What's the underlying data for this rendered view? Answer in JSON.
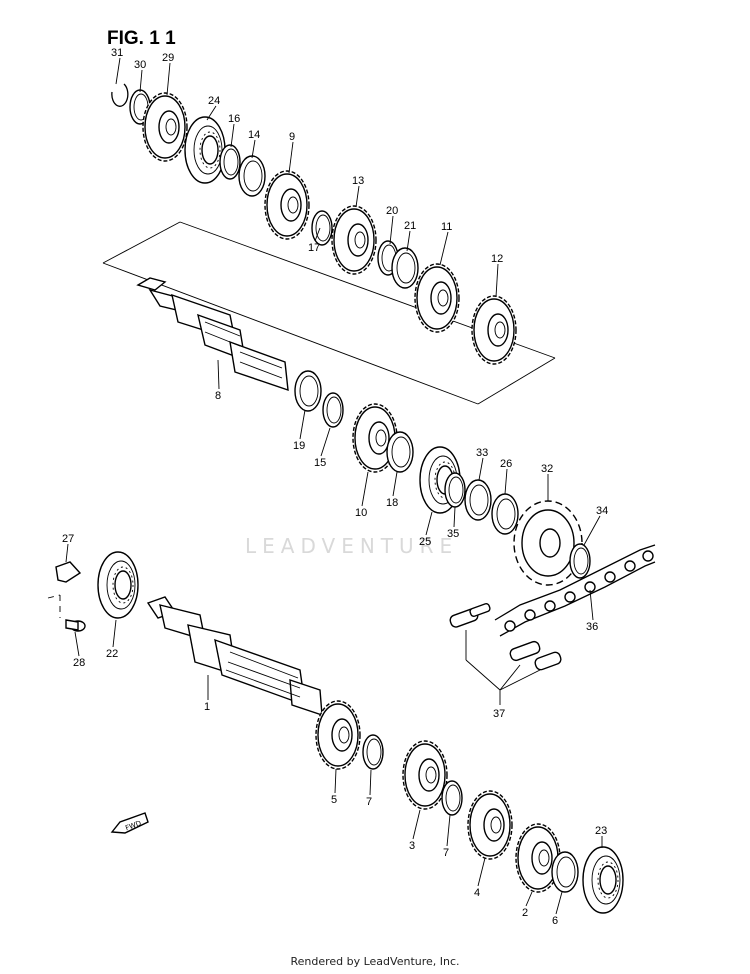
{
  "figure": {
    "title": "FIG. 1 1"
  },
  "watermark": {
    "text": "LEADVENTURE"
  },
  "footer": {
    "text": "Rendered by LeadVenture, Inc."
  },
  "fwd_badge": {
    "text": "FWD"
  },
  "parts": [
    {
      "id": "31",
      "label": "31"
    },
    {
      "id": "30",
      "label": "30"
    },
    {
      "id": "29",
      "label": "29"
    },
    {
      "id": "24",
      "label": "24"
    },
    {
      "id": "16",
      "label": "16"
    },
    {
      "id": "14",
      "label": "14"
    },
    {
      "id": "9",
      "label": "9"
    },
    {
      "id": "13",
      "label": "13"
    },
    {
      "id": "20",
      "label": "20"
    },
    {
      "id": "21",
      "label": "21"
    },
    {
      "id": "17",
      "label": "17"
    },
    {
      "id": "11",
      "label": "11"
    },
    {
      "id": "12",
      "label": "12"
    },
    {
      "id": "8",
      "label": "8"
    },
    {
      "id": "19",
      "label": "19"
    },
    {
      "id": "15",
      "label": "15"
    },
    {
      "id": "10",
      "label": "10"
    },
    {
      "id": "18",
      "label": "18"
    },
    {
      "id": "25",
      "label": "25"
    },
    {
      "id": "35",
      "label": "35"
    },
    {
      "id": "33",
      "label": "33"
    },
    {
      "id": "26",
      "label": "26"
    },
    {
      "id": "32",
      "label": "32"
    },
    {
      "id": "34",
      "label": "34"
    },
    {
      "id": "36",
      "label": "36"
    },
    {
      "id": "37",
      "label": "37"
    },
    {
      "id": "27",
      "label": "27"
    },
    {
      "id": "28",
      "label": "28"
    },
    {
      "id": "22",
      "label": "22"
    },
    {
      "id": "1",
      "label": "1"
    },
    {
      "id": "5",
      "label": "5"
    },
    {
      "id": "7a",
      "label": "7"
    },
    {
      "id": "3",
      "label": "3"
    },
    {
      "id": "7b",
      "label": "7"
    },
    {
      "id": "4",
      "label": "4"
    },
    {
      "id": "2",
      "label": "2"
    },
    {
      "id": "6",
      "label": "6"
    },
    {
      "id": "23",
      "label": "23"
    }
  ]
}
